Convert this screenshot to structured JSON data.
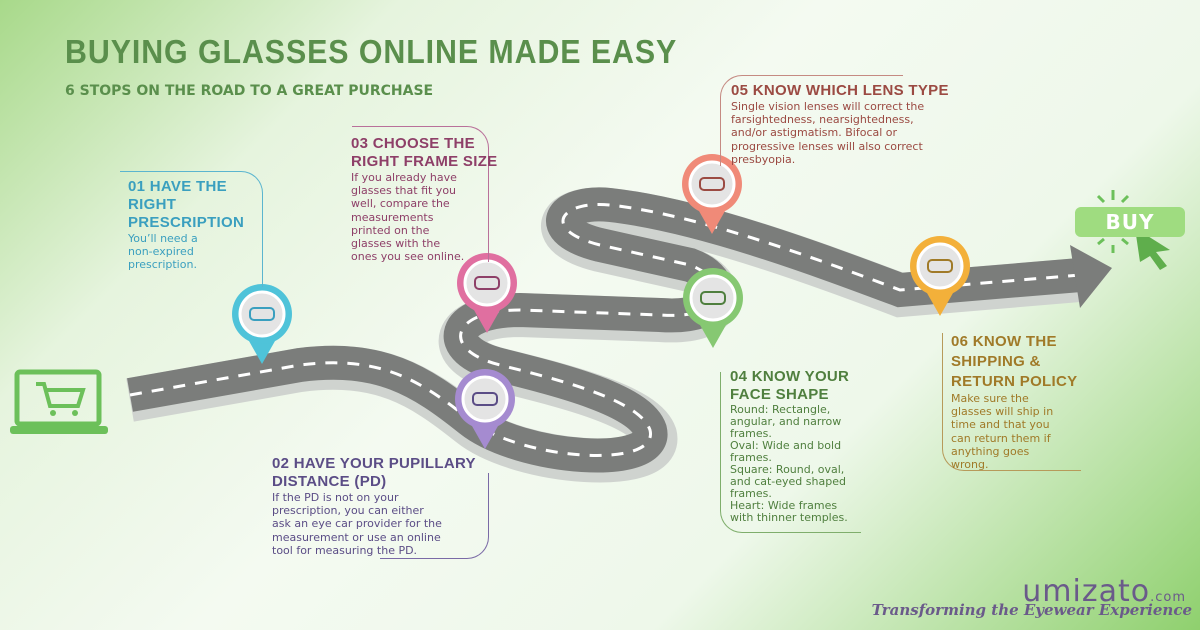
{
  "header": {
    "title": "BUYING GLASSES ONLINE MADE EASY",
    "subtitle": "6 STOPS ON THE ROAD TO A GREAT PURCHASE"
  },
  "steps": [
    {
      "title": [
        "01 HAVE THE",
        "RIGHT",
        "PRESCRIPTION"
      ],
      "body": [
        "You’ll need a",
        "non-expired",
        "prescription."
      ],
      "color": "#3a9fbf",
      "icon": "doctor-icon"
    },
    {
      "title": [
        "02 HAVE YOUR PUPILLARY",
        "DISTANCE (PD)"
      ],
      "body": [
        "If the PD is not on your",
        "prescription, you can either",
        "ask an eye car provider for the",
        "measurement or use an online",
        "tool for measuring the PD."
      ],
      "color": "#5b4d86",
      "icon": "pd-measure-icon"
    },
    {
      "title": [
        "03 CHOOSE THE",
        "RIGHT FRAME SIZE"
      ],
      "body": [
        "If you already have",
        "glasses that fit you",
        "well, compare the",
        "measurements",
        "printed on the",
        "glasses with the",
        "ones you see online."
      ],
      "color": "#8e3f68",
      "icon": "frame-size-icon"
    },
    {
      "title": [
        "04 KNOW YOUR",
        "FACE SHAPE"
      ],
      "body": [
        "Round: Rectangle,",
        "angular, and narrow",
        "frames.",
        "Oval: Wide and bold",
        "frames.",
        "Square: Round, oval,",
        "and cat-eyed shaped",
        "frames.",
        "Heart: Wide frames",
        "with thinner temples."
      ],
      "color": "#4f7f3e",
      "icon": "face-shape-icon"
    },
    {
      "title": [
        "05 KNOW WHICH LENS TYPE"
      ],
      "body": [
        "Single vision lenses will correct the",
        "farsightedness, nearsightedness,",
        "and/or astigmatism. Bifocal or",
        "progressive lenses will also correct",
        "presbyopia."
      ],
      "color": "#9b4a42",
      "icon": "lens-icon"
    },
    {
      "title": [
        "06 KNOW THE",
        "SHIPPING &",
        "RETURN POLICY"
      ],
      "body": [
        "Make sure the",
        "glasses will ship in",
        "time and that you",
        "can return them if",
        "anything goes",
        "wrong."
      ],
      "color": "#a07a28",
      "icon": "shipping-box-icon"
    }
  ],
  "buy_button": {
    "label": "BUY"
  },
  "brand": {
    "name": "umizato",
    "tld": ".com",
    "tagline": "Transforming the Eyewear Experience"
  }
}
